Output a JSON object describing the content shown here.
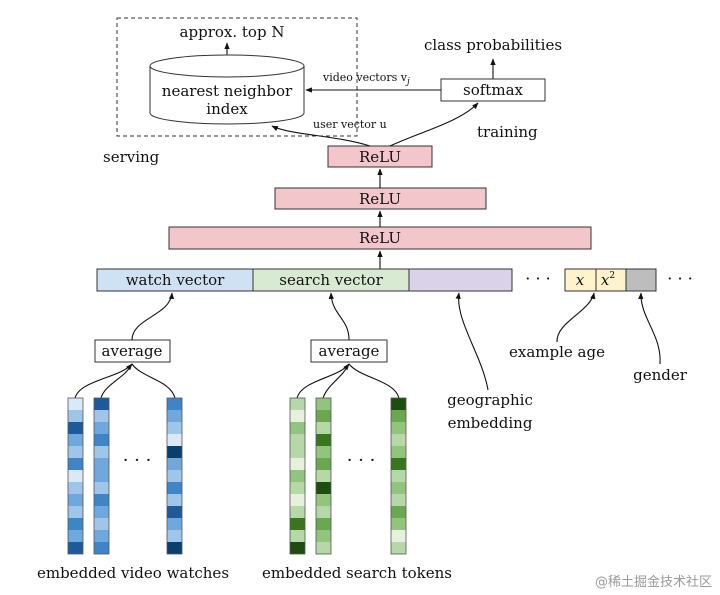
{
  "serving_box": {
    "title": "approx. top N",
    "index_label_line1": "nearest neighbor",
    "index_label_line2": "index",
    "caption": "serving"
  },
  "training": {
    "class_probabilities": "class probabilities",
    "softmax": "softmax",
    "caption": "training",
    "video_vectors_label": "video vectors v",
    "video_vectors_sub": "j",
    "user_vector_label": "user vector u"
  },
  "relu_layers": [
    "ReLU",
    "ReLU",
    "ReLU"
  ],
  "concat": {
    "watch_vector": "watch vector",
    "search_vector": "search vector",
    "x": "x",
    "x_squared": "x",
    "x_squared_exp": "2",
    "ellipsis": "· · ·"
  },
  "labels": {
    "average_left": "average",
    "average_right": "average",
    "geographic_line1": "geographic",
    "geographic_line2": "embedding",
    "example_age": "example age",
    "gender": "gender",
    "embedded_video_watches": "embedded video watches",
    "embedded_search_tokens": "embedded search tokens",
    "ellipsis": "· · ·"
  },
  "colors": {
    "relu_fill": "#f3c6cb",
    "watch_fill": "#cfe2f3",
    "search_fill": "#d9ead3",
    "geo_fill": "#d9d2e9",
    "age_fill": "#fff2cc",
    "gender_fill": "#bdbdbd",
    "blue_shades": [
      "#dbe8f7",
      "#9fc5e8",
      "#6fa8dc",
      "#3d85c6",
      "#1c5a9c",
      "#0b3d6e"
    ],
    "green_shades": [
      "#e6f0dc",
      "#b6d7a8",
      "#93c47d",
      "#6aa84f",
      "#38761d",
      "#1e4d0f"
    ]
  },
  "token_columns": {
    "video": [
      [
        0,
        1,
        4,
        2,
        1,
        3,
        0,
        1,
        2,
        1,
        3,
        2,
        4
      ],
      [
        4,
        1,
        2,
        3,
        1,
        2,
        2,
        1,
        3,
        2,
        1,
        2,
        3
      ],
      [
        3,
        2,
        1,
        0,
        5,
        2,
        1,
        3,
        1,
        4,
        2,
        1,
        5
      ]
    ],
    "search": [
      [
        1,
        0,
        2,
        1,
        1,
        0,
        2,
        1,
        0,
        1,
        4,
        1,
        5
      ],
      [
        2,
        3,
        1,
        4,
        2,
        3,
        1,
        5,
        2,
        1,
        3,
        2,
        1
      ],
      [
        5,
        3,
        2,
        1,
        2,
        4,
        1,
        2,
        1,
        3,
        2,
        0,
        1
      ]
    ]
  },
  "watermark": "@稀土掘金技术社区"
}
